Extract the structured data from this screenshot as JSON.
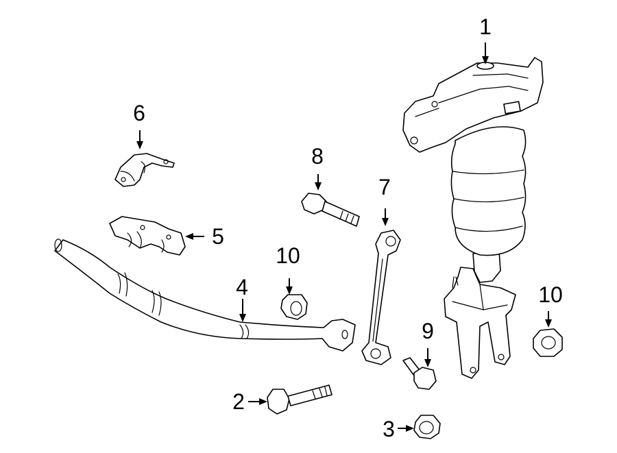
{
  "diagram": {
    "callouts": [
      {
        "id": "1",
        "label": "1"
      },
      {
        "id": "2",
        "label": "2"
      },
      {
        "id": "3",
        "label": "3"
      },
      {
        "id": "4",
        "label": "4"
      },
      {
        "id": "5",
        "label": "5"
      },
      {
        "id": "6",
        "label": "6"
      },
      {
        "id": "7",
        "label": "7"
      },
      {
        "id": "8",
        "label": "8"
      },
      {
        "id": "9",
        "label": "9"
      },
      {
        "id": "10a",
        "label": "10"
      },
      {
        "id": "10b",
        "label": "10"
      }
    ]
  }
}
